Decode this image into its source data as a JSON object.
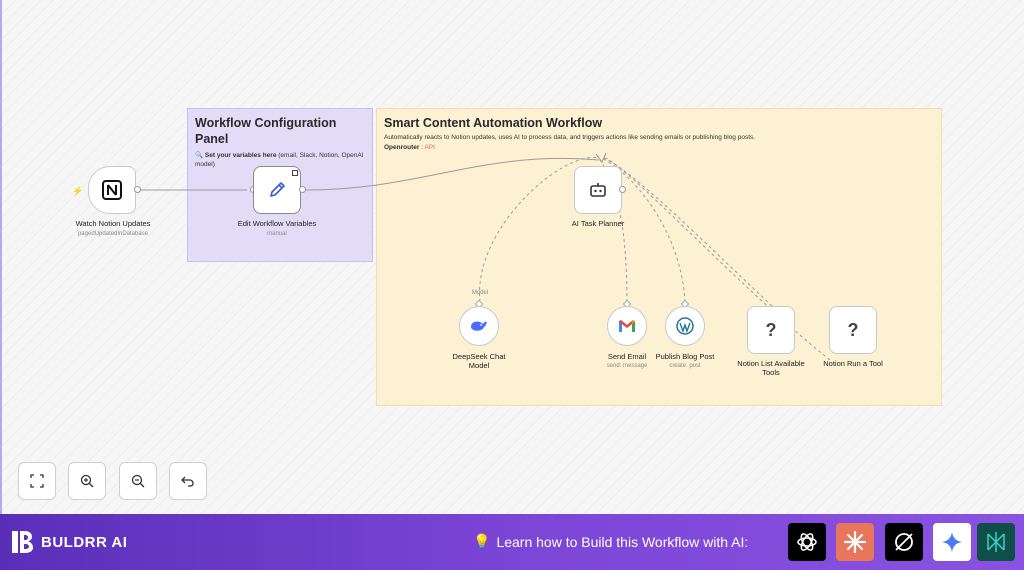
{
  "config_panel": {
    "title": "Workflow Configuration Panel",
    "desc_emoji": "🔍",
    "desc_bold": "Set your variables here",
    "desc_rest": " (email, Slack, Notion, OpenAI model)"
  },
  "main_panel": {
    "title": "Smart Content Automation Workflow",
    "desc": "Automatically reacts to Notion updates, uses AI to process data, and triggers actions like sending emails or publishing blog posts.",
    "meta_label": "Openrouter",
    "meta_sep": " : ",
    "meta_link": "API"
  },
  "nodes": {
    "trigger": {
      "label": "Watch Notion Updates",
      "sublabel": "pagedUpdatedInDatabase",
      "icon": "notion-icon"
    },
    "edit_vars": {
      "label": "Edit Workflow Variables",
      "sublabel": "manual",
      "icon": "pencil-icon"
    },
    "planner": {
      "label": "AI Task Planner",
      "icon": "robot-icon"
    },
    "deepseek": {
      "label_line1": "DeepSeek Chat",
      "label_line2": "Model",
      "port_label": "Model",
      "icon": "deepseek-whale-icon"
    },
    "send_email": {
      "label": "Send Email",
      "sublabel": "send: message",
      "icon": "gmail-icon"
    },
    "publish_blog": {
      "label": "Publish Blog Post",
      "sublabel": "create: post",
      "icon": "wordpress-icon"
    },
    "notion_list": {
      "label_line1": "Notion List Available",
      "label_line2": "Tools",
      "glyph": "?"
    },
    "notion_run": {
      "label": "Notion Run a Tool",
      "glyph": "?"
    }
  },
  "footer": {
    "brand": "BULDRR AI",
    "learn_emoji": "💡",
    "learn_text": "Learn how to Build this Workflow with AI:",
    "ai_icons": [
      "chatgpt-icon",
      "claude-icon",
      "perplexity-icon",
      "gemini-icon",
      "deepseek-icon"
    ]
  },
  "colors": {
    "footer_start": "#5a2fb8",
    "footer_end": "#8a52e0",
    "config_bg": "#e2dcf7",
    "main_bg": "#fdf1d3",
    "api_link": "#e06b5c"
  }
}
